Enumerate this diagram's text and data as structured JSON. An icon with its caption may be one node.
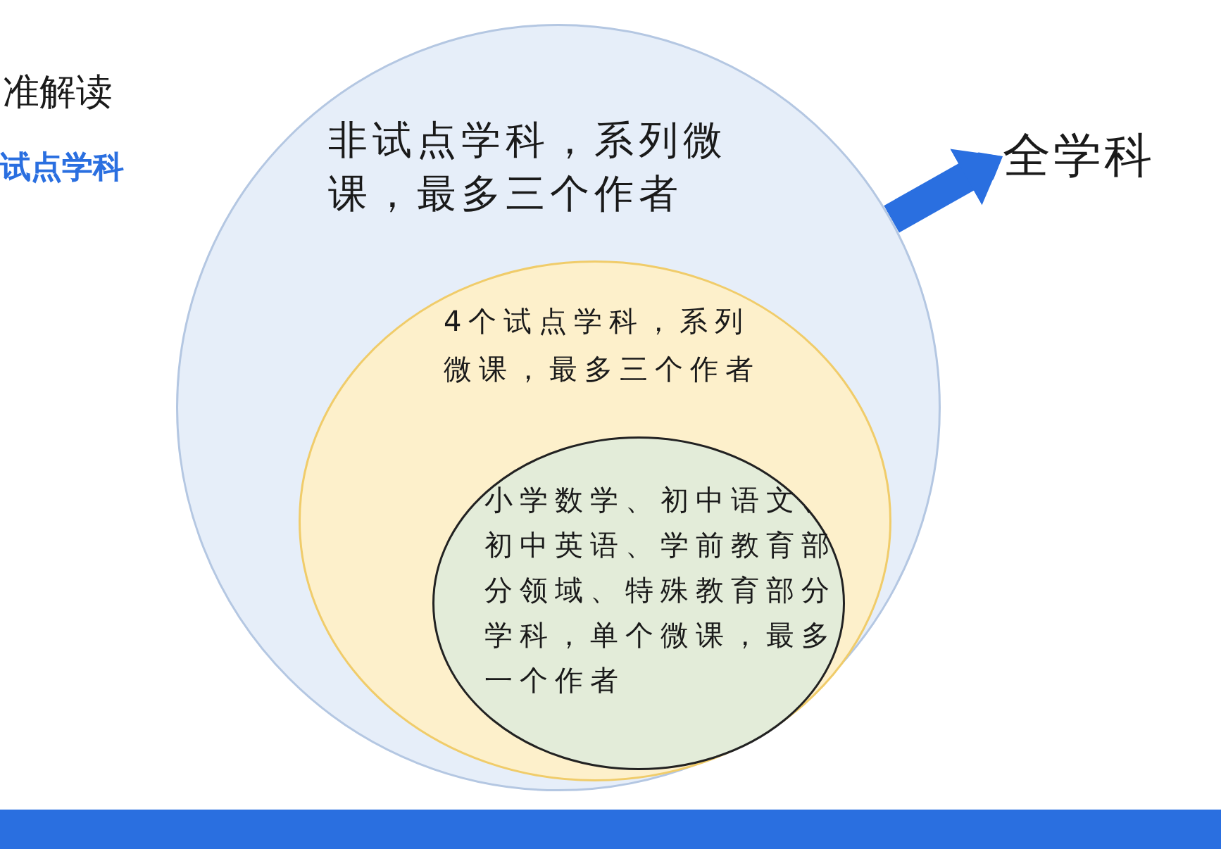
{
  "diagram": {
    "nodes": [
      {
        "text": [
          "非试点学科，系列微课，最多三个作者"
        ]
      },
      {
        "text": [
          "4个试点学科，系列微课，最多三个作者"
        ],
        "in": 0
      },
      {
        "text": [
          "小学数学、初中语文、初中英语、学前教育部分领域、特殊教育部分学科，单个微课，最多一个作者"
        ],
        "in": 1
      },
      {
        "text": [
          "全学科"
        ]
      }
    ],
    "edges": [
      {
        "from": 0,
        "to": 3,
        "arrow": "to"
      }
    ],
    "labels": [
      "准解读",
      "试点学科"
    ]
  }
}
